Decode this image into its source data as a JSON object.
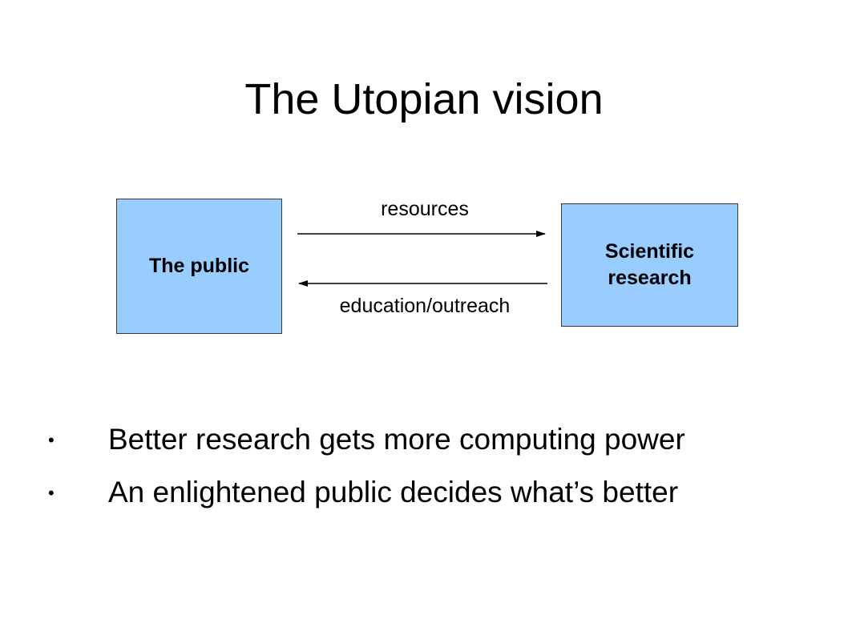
{
  "title": "The Utopian vision",
  "diagram": {
    "nodes": {
      "public": {
        "label": "The public"
      },
      "science": {
        "label": "Scientific research"
      }
    },
    "edges": {
      "resources": {
        "label": "resources",
        "from": "public",
        "to": "science"
      },
      "education": {
        "label": "education/outreach",
        "from": "science",
        "to": "public"
      }
    },
    "colors": {
      "box_fill": "#99ccff",
      "box_border": "#3a3a3a",
      "arrow": "#000000"
    }
  },
  "bullets": [
    {
      "marker": "•",
      "text": "Better research gets more computing power"
    },
    {
      "marker": "•",
      "text": "An enlightened public decides what’s better"
    }
  ]
}
